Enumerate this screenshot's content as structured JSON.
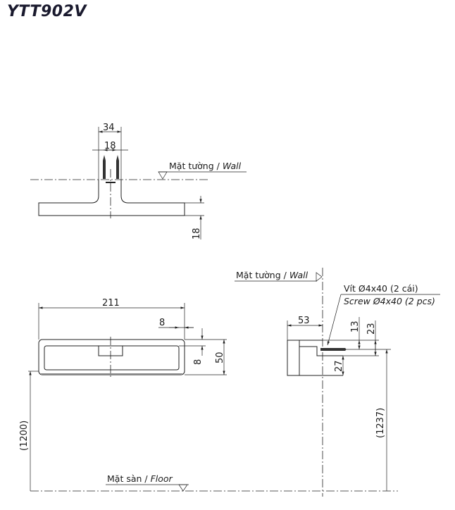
{
  "title": "YTT902V",
  "top_view": {
    "dim_outer": "34",
    "dim_inner": "18",
    "dim_thickness": "18",
    "wall_label": "Mặt tường / ",
    "wall_label_it": "Wall"
  },
  "front_view": {
    "dim_width": "211",
    "dim_edge": "8",
    "dim_edge_v": "8",
    "dim_height": "50",
    "dim_install": "(1200)",
    "floor_label": "Mặt sàn / ",
    "floor_label_it": "Floor"
  },
  "side_view": {
    "wall_label": "Mặt tường / ",
    "wall_label_it": "Wall",
    "screw_vi": "Vít Ø4x40 (2 cái)",
    "screw_en": "Screw Ø4x40 (2 pcs)",
    "dim_depth": "53",
    "dim_13": "13",
    "dim_23": "23",
    "dim_27": "27",
    "dim_install": "(1237)"
  }
}
